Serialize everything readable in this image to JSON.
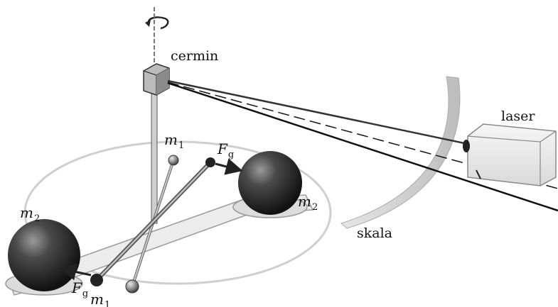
{
  "labels": {
    "mirror": "cermin",
    "laser": "laser",
    "scale": "skala",
    "small_mass_top": {
      "symbol": "m",
      "subscript": "1"
    },
    "small_mass_bottom": {
      "symbol": "m",
      "subscript": "1"
    },
    "large_mass_left": {
      "symbol": "m",
      "subscript": "2"
    },
    "large_mass_right": {
      "symbol": "m",
      "subscript": "2"
    },
    "force_top": {
      "symbol": "F",
      "subscript": "g"
    },
    "force_bottom": {
      "symbol": "F",
      "subscript": "g"
    }
  },
  "icons": [
    "rotation-arrow-icon"
  ]
}
